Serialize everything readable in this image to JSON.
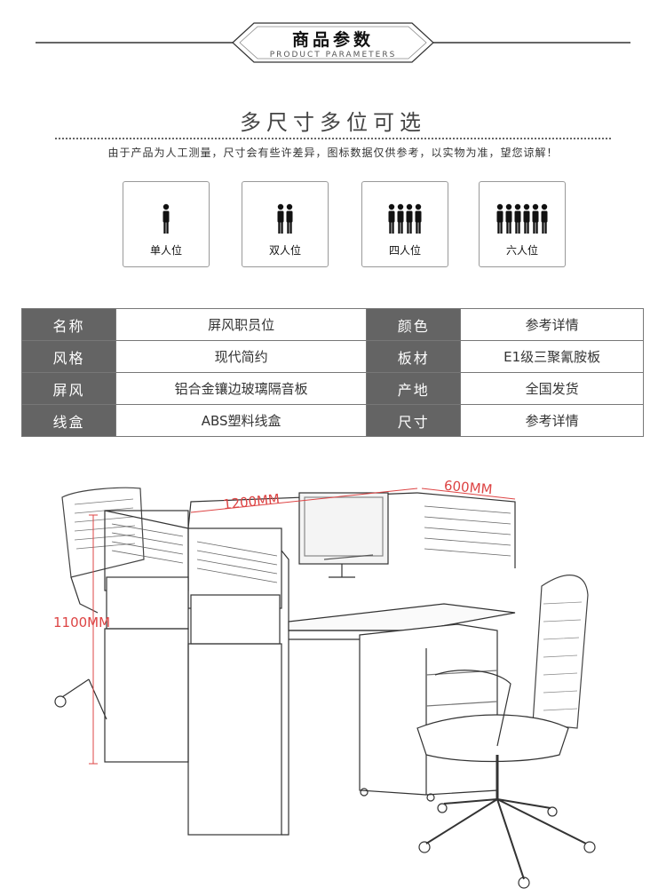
{
  "header": {
    "title": "商品参数",
    "subtitle": "PRODUCT PARAMETERS"
  },
  "sizes": {
    "title": "多尺寸多位可选",
    "notice": "由于产品为人工测量，尺寸会有些许差异，图标数据仅供参考，以实物为准，望您谅解！",
    "options": [
      {
        "label": "单人位",
        "count": 1,
        "icon": "person-icon"
      },
      {
        "label": "双人位",
        "count": 2,
        "icon": "person-icon"
      },
      {
        "label": "四人位",
        "count": 4,
        "icon": "person-icon"
      },
      {
        "label": "六人位",
        "count": 6,
        "icon": "person-icon"
      }
    ]
  },
  "params": {
    "rows": [
      [
        {
          "key": "名称",
          "value": "屏风职员位"
        },
        {
          "key": "颜色",
          "value": "参考详情"
        }
      ],
      [
        {
          "key": "风格",
          "value": "现代简约"
        },
        {
          "key": "板材",
          "value": "E1级三聚氰胺板"
        }
      ],
      [
        {
          "key": "屏风",
          "value": "铝合金镶边玻璃隔音板"
        },
        {
          "key": "产地",
          "value": "全国发货"
        }
      ],
      [
        {
          "key": "线盒",
          "value": "ABS塑料线盒"
        },
        {
          "key": "尺寸",
          "value": "参考详情"
        }
      ]
    ]
  },
  "illustration": {
    "width_label": "1200MM",
    "depth_label": "600MM",
    "height_label": "1100MM",
    "dimension_color": "#dd4444"
  }
}
